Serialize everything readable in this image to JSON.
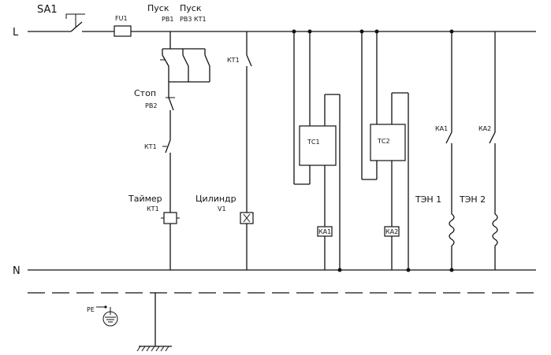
{
  "rails": {
    "line": "L",
    "neutral": "N"
  },
  "switch_main": "SA1",
  "fuse": "FU1",
  "start_label_1": "Пуск",
  "start_label_2": "Пуск",
  "contacts_top": {
    "rb1": "РВ1",
    "rb3_kt1": "РВ3 КТ1"
  },
  "stop_label": "Стоп",
  "rb2": "РВ2",
  "kt1_contact_left": "КТ1",
  "kt1_contact_mid": "КТ1",
  "timer": {
    "name": "Таймер",
    "code": "КТ1"
  },
  "cylinder": {
    "name": "Цилиндр",
    "code": "V1"
  },
  "tc1": "ТС1",
  "tc2": "ТС2",
  "ka1_coil": "КА1",
  "ka2_coil": "КА2",
  "ka1_contact": "КА1",
  "ka2_contact": "КА2",
  "heater1": "ТЭН 1",
  "heater2": "ТЭН 2",
  "pe": "PE"
}
